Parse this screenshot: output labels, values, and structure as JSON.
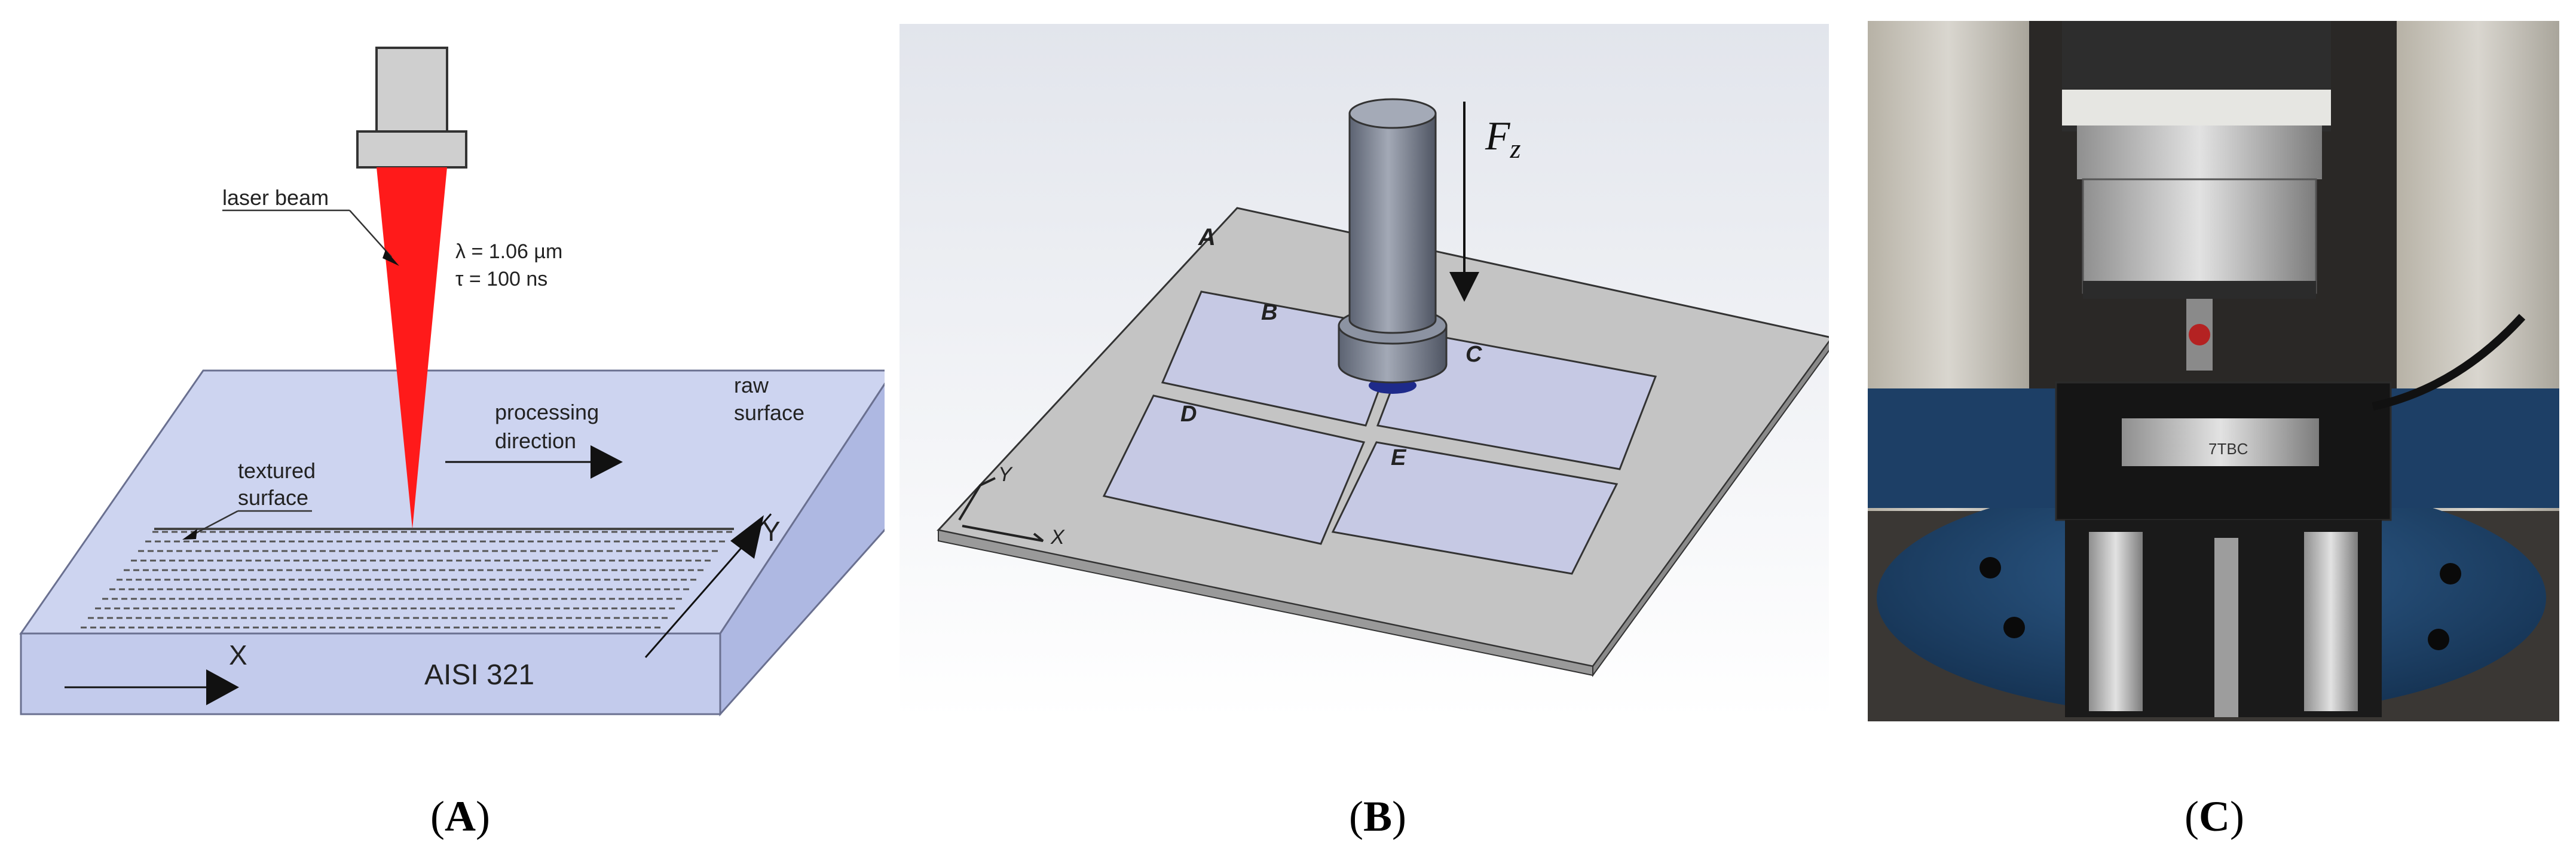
{
  "panel_a": {
    "labels": {
      "laser_beam": "laser beam",
      "wavelength": "λ = 1.06 µm",
      "pulse": "τ = 100 ns",
      "processing_1": "processing",
      "processing_2": "direction",
      "raw_1": "raw",
      "raw_2": "surface",
      "textured_1": "textured",
      "textured_2": "surface",
      "axis_x": "X",
      "axis_y": "Y",
      "material": "AISI 321"
    },
    "caption_letter": "A"
  },
  "panel_b": {
    "labels": {
      "force": "F",
      "force_sub": "z",
      "region_a": "A",
      "region_b": "B",
      "region_c": "C",
      "region_d": "D",
      "region_e": "E",
      "axis_x": "X",
      "axis_y": "Y"
    },
    "caption_letter": "B"
  },
  "panel_c": {
    "caption_letter": "C",
    "photo_label": "7TBC"
  },
  "colors": {
    "block_fill": "#c8d0ee",
    "laser_red": "#ff1a1a",
    "plate_grey": "#c4c4c4",
    "pad_fill": "#c6c9e4",
    "machine_blue": "#1d3f66"
  }
}
